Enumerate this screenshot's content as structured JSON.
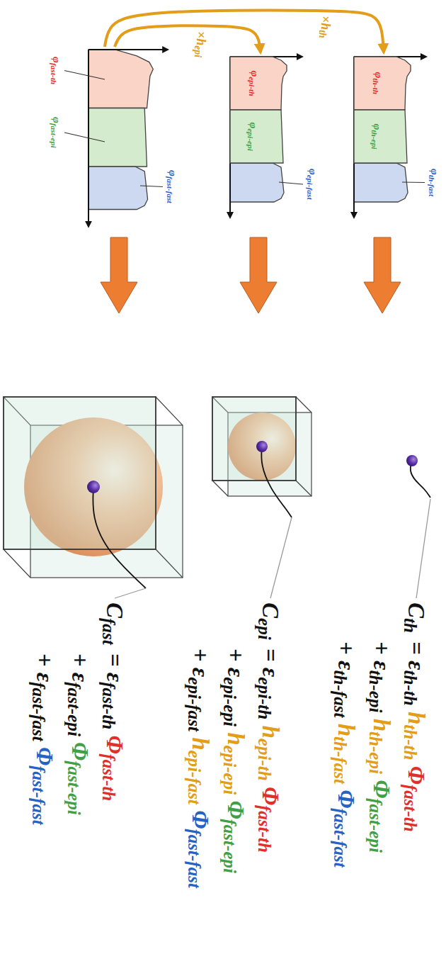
{
  "diagram": {
    "nodes": [
      {
        "text": [
          "φth-th"
        ]
      },
      {
        "text": [
          "φth-epi"
        ]
      },
      {
        "text": [
          "φepi-th"
        ]
      },
      {
        "text": [
          "φepi-epi"
        ]
      }
    ],
    "labels": [
      "φth-fast",
      "φepi-fast",
      "φfast-th",
      "φfast-epi",
      "φfast-fast",
      "×hth",
      "×hepi",
      "Cth = εth-th hth-th Φfast-th + εth-epi hth-epi Φfast-epi + εth-fast hth-fast Φfast-fast",
      "Cepi = εepi-th hepi-th Φfast-th + εepi-epi hepi-epi Φfast-epi + εepi-fast hepi-fast Φfast-fast",
      "Cfast = εfast-th Φfast-th + εfast-epi Φfast-epi + εfast-fast Φfast-fast"
    ]
  }
}
